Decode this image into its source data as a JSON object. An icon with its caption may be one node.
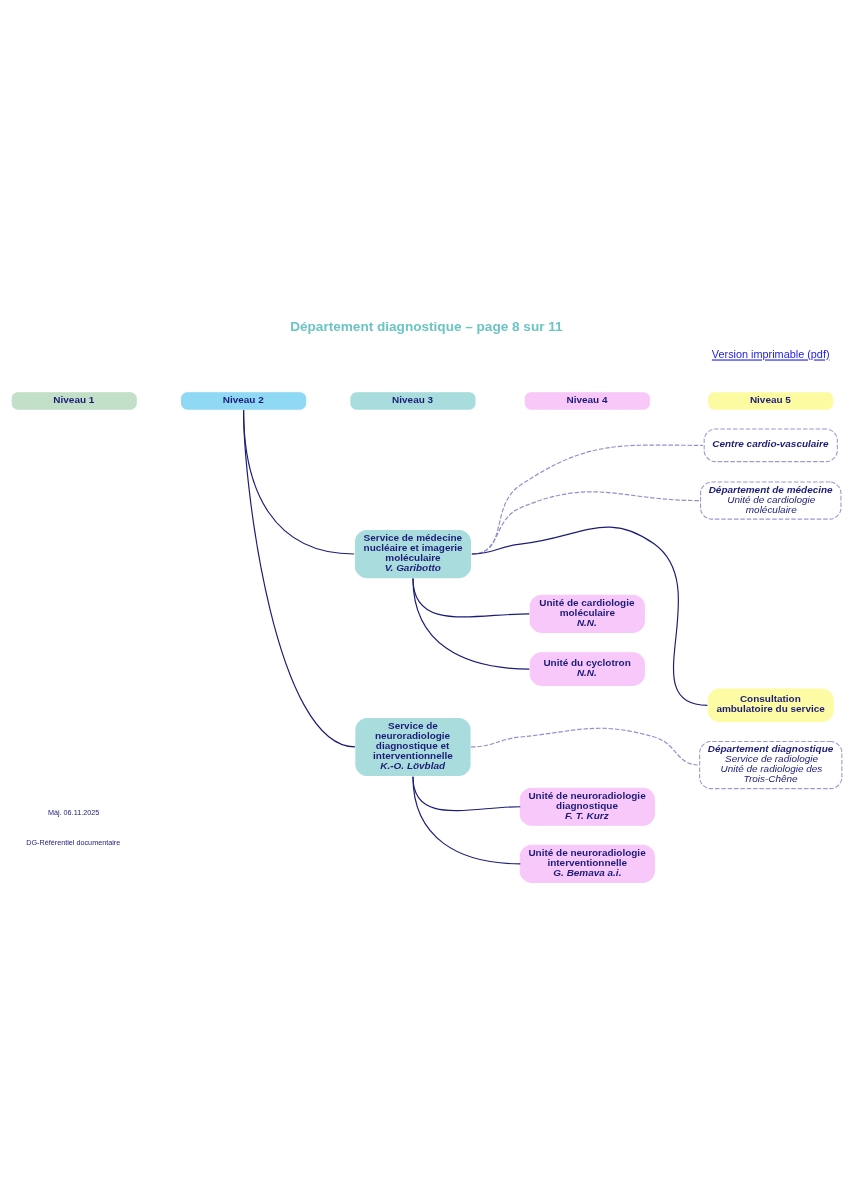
{
  "diagram": {
    "title": "Département diagnostique – page 8 sur 11",
    "nodes": [
      {
        "text": [
          "Niveau 1"
        ]
      },
      {
        "text": [
          "Niveau 2"
        ]
      },
      {
        "text": [
          "Niveau 3"
        ]
      },
      {
        "text": [
          "Niveau 4"
        ]
      },
      {
        "text": [
          "Niveau 5"
        ]
      },
      {
        "text": [
          "Service de médecine nucléaire et imagerie moléculaire",
          "V. Garibotto"
        ]
      },
      {
        "text": [
          "Centre cardio-vasculaire"
        ]
      },
      {
        "text": [
          "Département de médecine",
          "Unité de cardiologie moléculaire"
        ]
      },
      {
        "text": [
          "Unité de cardiologie moléculaire",
          "N.N."
        ]
      },
      {
        "text": [
          "Unité du cyclotron",
          "N.N."
        ]
      },
      {
        "text": [
          "Consultation ambulatoire du service"
        ]
      },
      {
        "text": [
          "Service de neuroradiologie diagnostique et interventionnelle",
          "K.-O. Lövblad"
        ]
      },
      {
        "text": [
          "Département diagnostique",
          "Service de radiologie",
          "Unité de radiologie des Trois-Chêne"
        ]
      },
      {
        "text": [
          "Unité de neuroradiologie diagnostique",
          "F. T. Kurz"
        ]
      },
      {
        "text": [
          "Unité de neuroradiologie interventionnelle",
          "G. Bemava a.i."
        ]
      }
    ],
    "edges": [
      {
        "from": 1,
        "to": 5,
        "arrow": "none"
      },
      {
        "from": 5,
        "to": 6,
        "arrow": "none",
        "style": "dashed",
        "color": "#9090d0"
      },
      {
        "from": 5,
        "to": 7,
        "arrow": "none",
        "style": "dashed",
        "color": "#9090d0"
      },
      {
        "from": 5,
        "to": 8,
        "arrow": "none"
      },
      {
        "from": 5,
        "to": 9,
        "arrow": "none"
      },
      {
        "from": 5,
        "to": 10,
        "arrow": "none"
      },
      {
        "from": 1,
        "to": 11,
        "arrow": "none"
      },
      {
        "from": 11,
        "to": 12,
        "arrow": "none",
        "style": "dashed",
        "color": "#9090d0"
      },
      {
        "from": 11,
        "to": 13,
        "arrow": "none"
      },
      {
        "from": 11,
        "to": 14,
        "arrow": "none"
      }
    ],
    "labels": [
      "Version imprimable (pdf)",
      "Màj. 06.11.2025",
      "DG-Référentiel documentaire"
    ]
  }
}
